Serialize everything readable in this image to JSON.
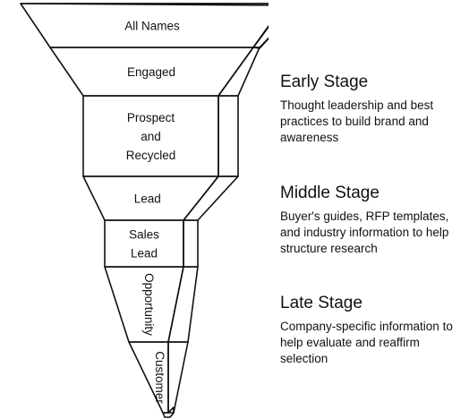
{
  "funnel": {
    "levels": [
      {
        "id": "all-names",
        "lines": [
          "All Names"
        ],
        "orientation": "horizontal"
      },
      {
        "id": "engaged",
        "lines": [
          "Engaged"
        ],
        "orientation": "horizontal"
      },
      {
        "id": "prospect-recycled",
        "lines": [
          "Prospect",
          "and",
          "Recycled"
        ],
        "orientation": "horizontal"
      },
      {
        "id": "lead",
        "lines": [
          "Lead"
        ],
        "orientation": "horizontal"
      },
      {
        "id": "sales-lead",
        "lines": [
          "Sales",
          "Lead"
        ],
        "orientation": "horizontal"
      },
      {
        "id": "opportunity",
        "lines": [
          "Opportunity"
        ],
        "orientation": "vertical"
      },
      {
        "id": "customer",
        "lines": [
          "Customer"
        ],
        "orientation": "vertical"
      }
    ]
  },
  "stages": [
    {
      "title": "Early Stage",
      "description": "Thought leadership and best practices to build brand and awareness"
    },
    {
      "title": "Middle Stage",
      "description": "Buyer's guides, RFP templates, and industry information to help structure research"
    },
    {
      "title": "Late Stage",
      "description": "Company-specific information to help evaluate and reaffirm selection"
    }
  ]
}
